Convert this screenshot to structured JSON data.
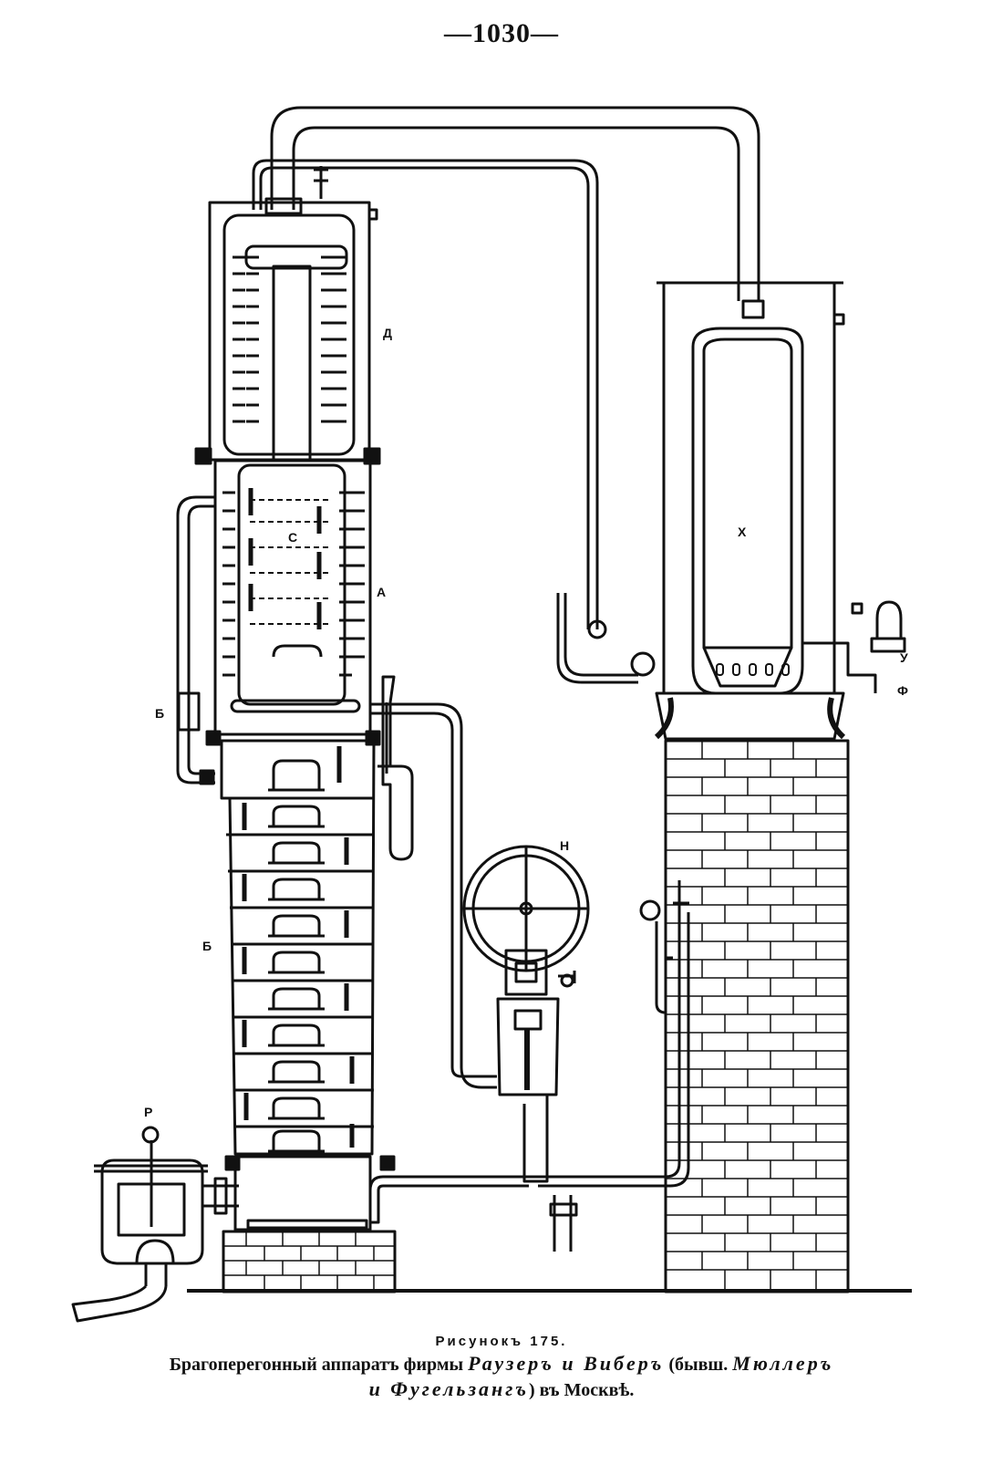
{
  "page": {
    "number": "—1030—"
  },
  "figure": {
    "labels": {
      "d": "Д",
      "a": "А",
      "c": "С",
      "b_upper": "Б",
      "b_lower": "Б",
      "x": "Х",
      "n": "Н",
      "r": "Р",
      "u": "У",
      "f": "Ф"
    }
  },
  "caption": {
    "figure_no": "Рисунокъ 175.",
    "line1_prefix": "Брагоперегонный аппаратъ фирмы ",
    "firm1": "Раузеръ и Виберъ",
    "line1_mid": " (бывш. ",
    "firm2a": "Мюллеръ",
    "firm2b": "и Фугельзангъ",
    "line2_suffix": ") въ Москвѣ."
  }
}
